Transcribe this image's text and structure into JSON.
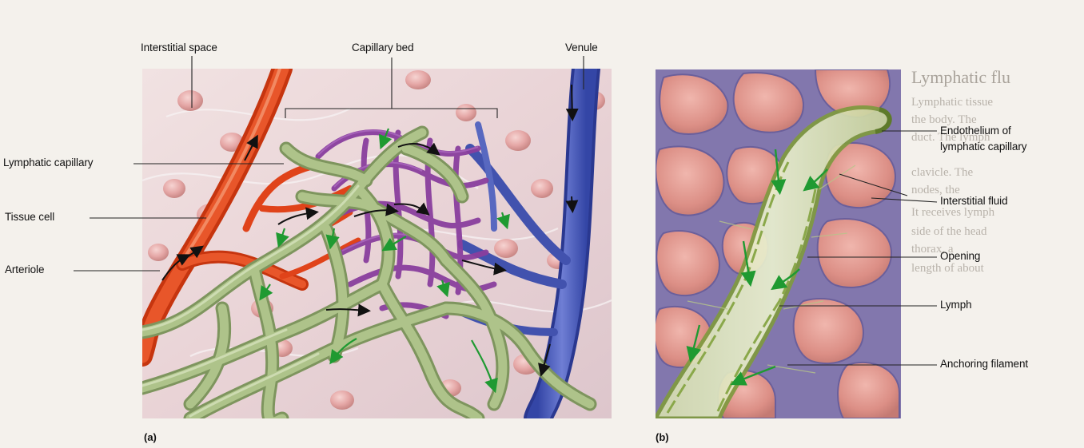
{
  "figure": {
    "panel_a_letter": "(a)",
    "panel_b_letter": "(b)"
  },
  "panel_a": {
    "labels": {
      "interstitial_space": "Interstitial space",
      "capillary_bed": "Capillary bed",
      "venule": "Venule",
      "lymphatic_capillary": "Lymphatic capillary",
      "tissue_cell": "Tissue cell",
      "arteriole": "Arteriole"
    }
  },
  "panel_b": {
    "labels": {
      "endothelium_line1": "Endothelium of",
      "endothelium_line2": "lymphatic capillary",
      "interstitial_fluid": "Interstitial fluid",
      "opening": "Opening",
      "lymph": "Lymph",
      "anchoring_filament": "Anchoring filament"
    }
  },
  "background_text": {
    "line1": "Lymphatic flu",
    "line2": "Lymphatic tissue",
    "line3": "the body. The",
    "line4": "duct. The lymph",
    "line5": "clavicle. The",
    "line6": "nodes, the",
    "line7": "It receives lymph",
    "line8": "side of the head",
    "line9": "thorax, a",
    "line10": "length of about"
  },
  "colors": {
    "arteriole": "#e1461c",
    "venule": "#4a5bb8",
    "capillary_purple": "#8a3f9e",
    "lymphatic_green": "#a9bf86",
    "flow_arrow": "#2aa43a",
    "tissue_cell": "#e8b0b0"
  }
}
